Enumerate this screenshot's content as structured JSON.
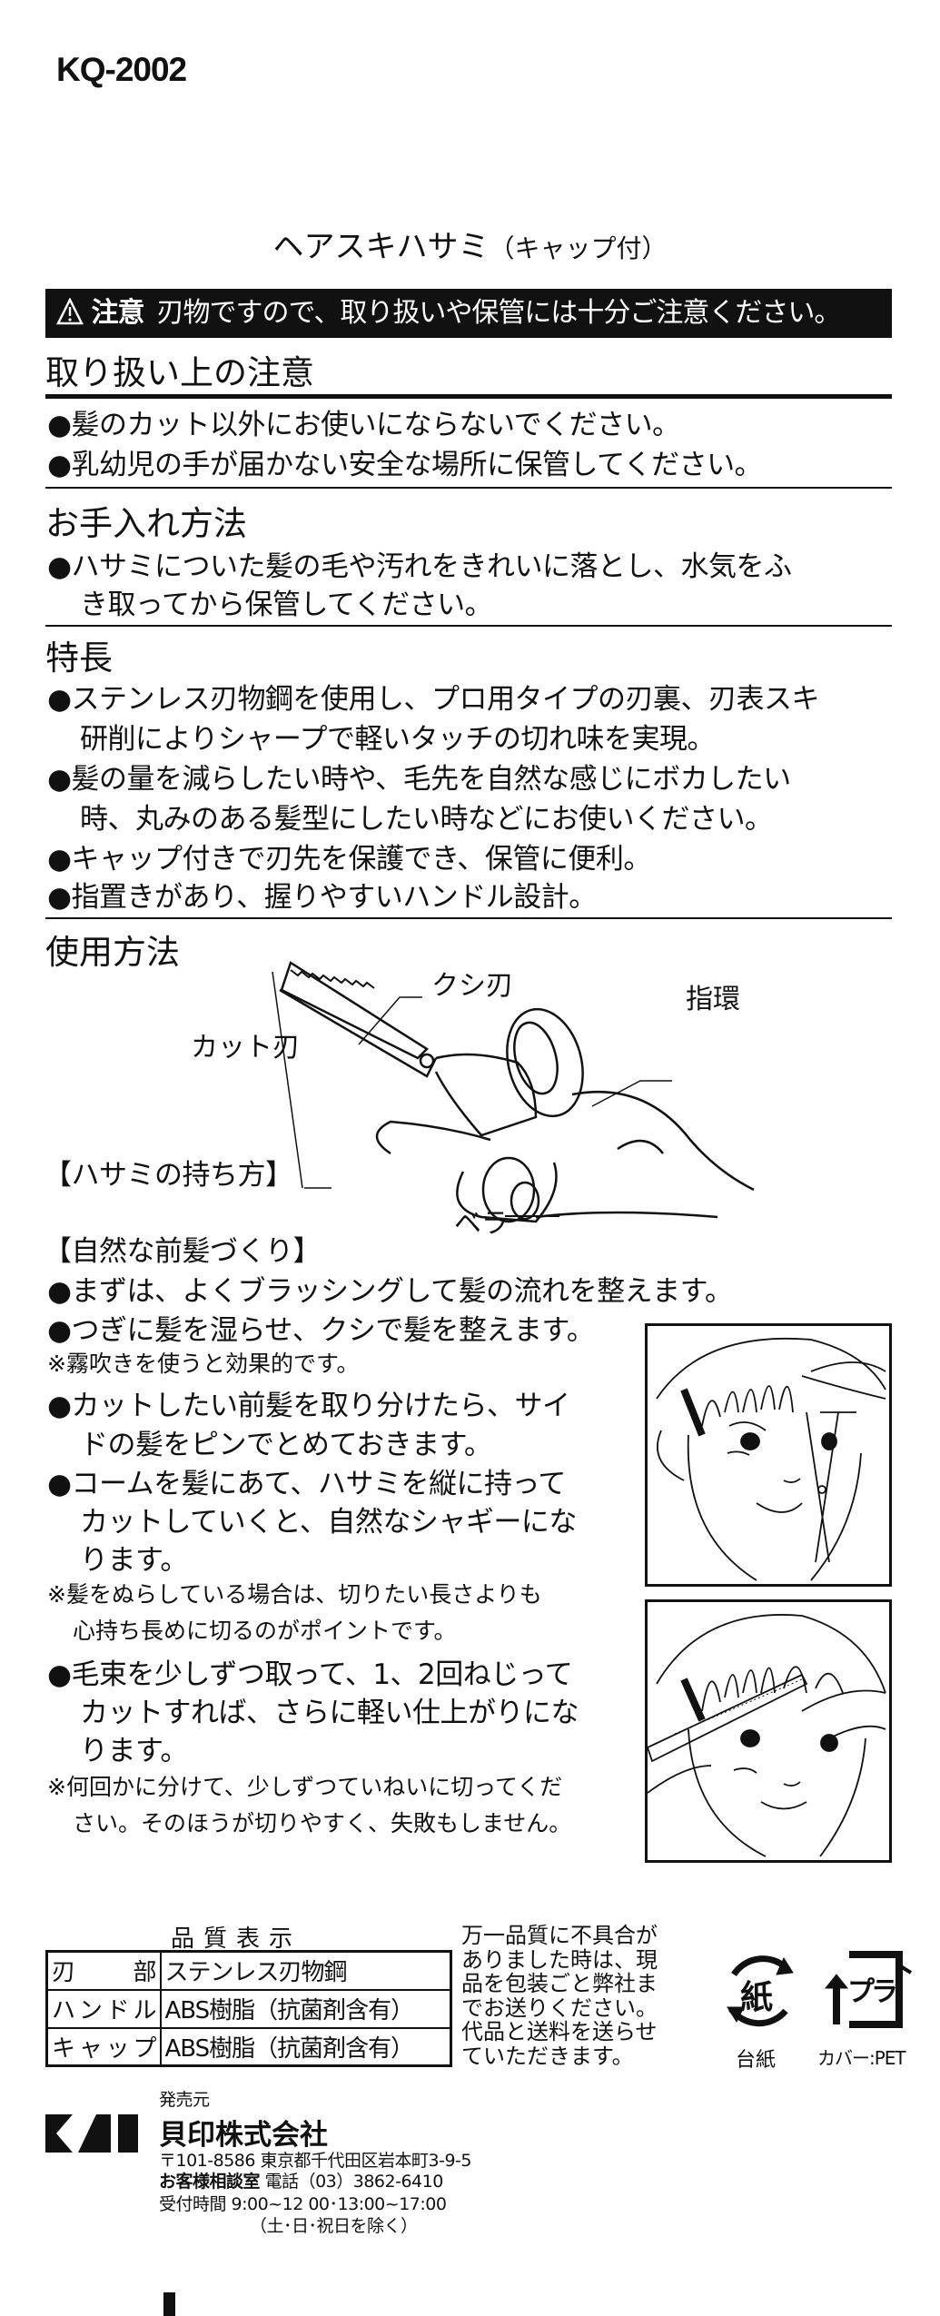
{
  "model": "KQ-2002",
  "title": {
    "main": "ヘアスキハサミ",
    "sub": "（キャップ付）"
  },
  "warning": {
    "label": "注意",
    "text": "刃物ですので、取り扱いや保管には十分ご注意ください。"
  },
  "sections": {
    "handling": {
      "heading": "取り扱い上の注意",
      "items": [
        "●髪のカット以外にお使いにならないでください。",
        "●乳幼児の手が届かない安全な場所に保管してください。"
      ]
    },
    "care": {
      "heading": "お手入れ方法",
      "lines": [
        "●ハサミについた髪の毛や汚れをきれいに落とし、水気をふ",
        "き取ってから保管してください。"
      ]
    },
    "features": {
      "heading": "特長",
      "lines": [
        "●ステンレス刃物鋼を使用し、プロ用タイプの刃裏、刃表スキ",
        "研削によりシャープで軽いタッチの切れ味を実現。",
        "●髪の量を減らしたい時や、毛先を自然な感じにボカしたい",
        "時、丸みのある髪型にしたい時などにお使いください。",
        "●キャップ付きで刃先を保護でき、保管に便利。",
        "●指置きがあり、握りやすいハンドル設計。"
      ]
    },
    "usage": {
      "heading": "使用方法",
      "diagram_labels": {
        "comb_blade": "クシ刃",
        "cut_blade": "カット刃",
        "finger_ring": "指環",
        "finger_rest": "ベラ"
      },
      "hold_caption": "【ハサミの持ち方】",
      "bangs_heading": "【自然な前髪づくり】",
      "bangs_lines": [
        "●まずは、よくブラッシングして髪の流れを整えます。",
        "●つぎに髪を湿らせ、クシで髪を整えます。",
        "※霧吹きを使うと効果的です。",
        "●カットしたい前髪を取り分けたら、サイ",
        "ドの髪をピンでとめておきます。",
        "●コームを髪にあて、ハサミを縦に持って",
        "カットしていくと、自然なシャギーにな",
        "ります。",
        "※髪をぬらしている場合は、切りたい長さよりも",
        "心持ち長めに切るのがポイントです。",
        "●毛束を少しずつ取って、1、2回ねじって",
        "カットすれば、さらに軽い仕上がりにな",
        "ります。",
        "※何回かに分けて、少しずつていねいに切ってくだ",
        "さい。そのほうが切りやすく、失敗もしません。"
      ]
    }
  },
  "quality": {
    "heading": "品質表示",
    "rows": [
      {
        "part": "刃部",
        "material": "ステンレス刃物鋼"
      },
      {
        "part": "ハンドル",
        "material": "ABS樹脂（抗菌剤含有）"
      },
      {
        "part": "キャップ",
        "material": "ABS樹脂（抗菌剤含有）"
      }
    ]
  },
  "return_note": [
    "万一品質に不具合が",
    "ありました時は、現",
    "品を包装ごと弊社ま",
    "でお送りください。",
    "代品と送料を送らせ",
    "ていただきます。"
  ],
  "recycle": {
    "paper_mark": "紙",
    "paper_label": "台紙",
    "plastic_mark": "プラ",
    "plastic_label": "カバー:PET"
  },
  "seller": {
    "label": "発売元",
    "logo": "KAI",
    "company": "貝印株式会社",
    "address": "〒101-8586 東京都千代田区岩本町3-9-5",
    "support_label": "お客様相談室",
    "phone": "電話（03）3862-6410",
    "hours": "受付時間 9:00~12 00･13:00~17:00",
    "closed": "（土･日･祝日を除く）"
  }
}
